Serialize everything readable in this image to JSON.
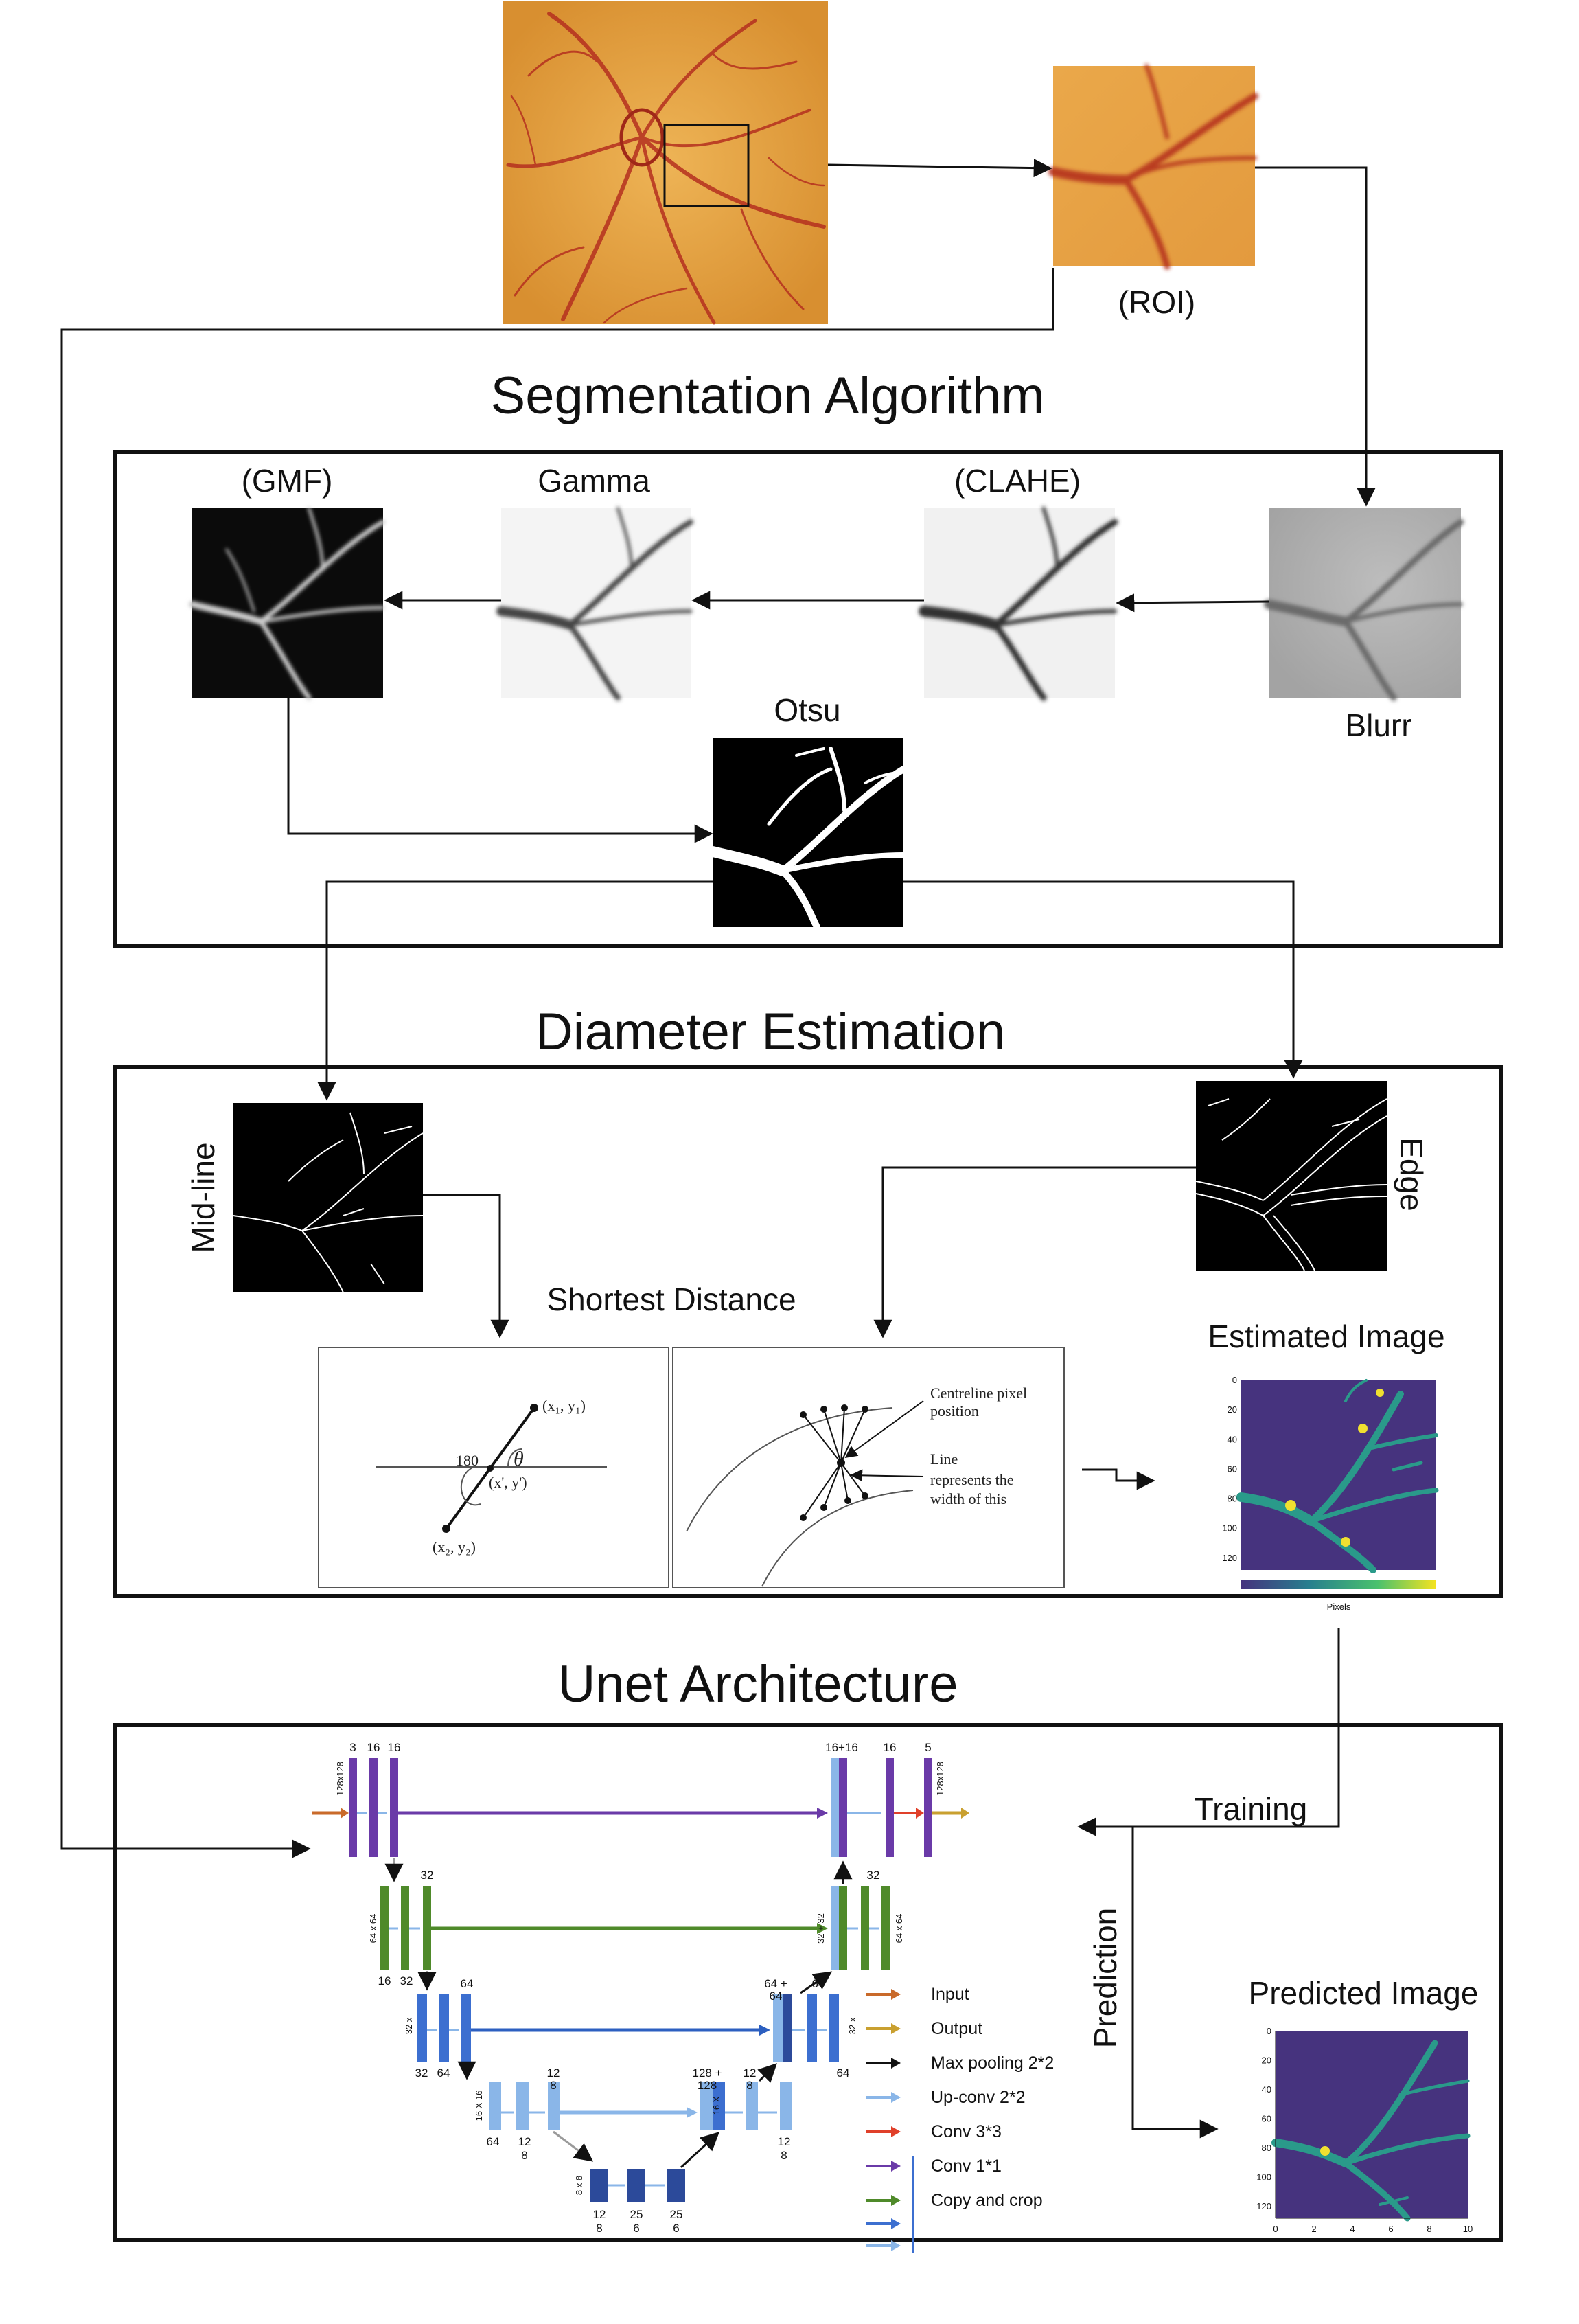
{
  "titles": {
    "segmentation": "Segmentation Algorithm",
    "diameter": "Diameter Estimation",
    "unet": "Unet Architecture"
  },
  "labels": {
    "roi": "(ROI)",
    "gmf": "(GMF)",
    "gamma": "Gamma",
    "clahe": "(CLAHE)",
    "blurr": "Blurr",
    "otsu": "Otsu",
    "midline": "Mid-line",
    "edge": "Edge",
    "shortest": "Shortest Distance",
    "estimated": "Estimated Image",
    "training": "Training",
    "prediction": "Prediction",
    "predicted": "Predicted Image"
  },
  "geometry_panel": {
    "p1": "(x₁, y₁)",
    "p2": "(x₂, y₂)",
    "pm": "(x', y')",
    "angle": "180",
    "theta": "θ"
  },
  "centreline_panel": {
    "c1": "Centreline pixel",
    "c2": "position",
    "l1": "Line",
    "l2": "represents the",
    "l3": "width of this"
  },
  "estimated_plot": {
    "yticks": [
      "0",
      "20",
      "40",
      "60",
      "80",
      "100",
      "120"
    ],
    "colorbar_label": "Pixels"
  },
  "predicted_plot": {
    "yticks": [
      "0",
      "20",
      "40",
      "60",
      "80",
      "100",
      "120"
    ],
    "xticks": [
      "0",
      "2",
      "4",
      "6",
      "8",
      "10"
    ]
  },
  "unet": {
    "top_left": [
      "3",
      "16",
      "16"
    ],
    "top_left_size": "128x128",
    "top_right": [
      "16+16",
      "16",
      "5"
    ],
    "top_right_size": "128x128",
    "l2_left_top": "32",
    "l2_left_bottom": [
      "16",
      "32"
    ],
    "l2_left_size": "64 x 64",
    "l2_right_top": "32",
    "l2_right_concat": "32 + 32",
    "l2_right_size": "64 x 64",
    "l3_left_top": "64",
    "l3_left_bottom": [
      "32",
      "64"
    ],
    "l3_left_size": "32 x",
    "l3_right_top": [
      "64 +",
      "64",
      "64"
    ],
    "l3_right_bottom": "64",
    "l3_right_size": "32 x",
    "l4_left_top": [
      "12",
      "8"
    ],
    "l4_left_bottom": [
      "64",
      "12",
      "8"
    ],
    "l4_left_size": "16 X 16",
    "l4_right_top": [
      "128 +",
      "128",
      "12",
      "8"
    ],
    "l4_right_bottom": [
      "12",
      "8"
    ],
    "l4_right_size": "16 X",
    "l5_bottom": [
      "12",
      "8",
      "25",
      "6",
      "25",
      "6"
    ],
    "l5_size": "8 x 8",
    "legend": [
      {
        "label": "Input",
        "color": "#c96a2a"
      },
      {
        "label": "Output",
        "color": "#c9a030"
      },
      {
        "label": "Max pooling 2*2",
        "color": "#111111"
      },
      {
        "label": "Up-conv 2*2",
        "color": "#8ab6e8"
      },
      {
        "label": "Conv 3*3",
        "color": "#e0402a"
      },
      {
        "label": "Conv 1*1",
        "color": "#6a3aa8"
      },
      {
        "label": "",
        "color": "#4f8a2a"
      },
      {
        "label": "Copy and crop",
        "color": "#3c6fd0"
      }
    ]
  },
  "colors": {
    "fundus": "#e0a040",
    "vessel": "#b5301f",
    "purple": "#6a3aa8",
    "green": "#4f8a2a",
    "blue": "#3c6fd0",
    "lightblue": "#8ab6e8",
    "navy": "#2c4a9a",
    "viridis_bg": "#46337e",
    "viridis_mid": "#2a9a8a",
    "viridis_hi": "#f0e030"
  }
}
